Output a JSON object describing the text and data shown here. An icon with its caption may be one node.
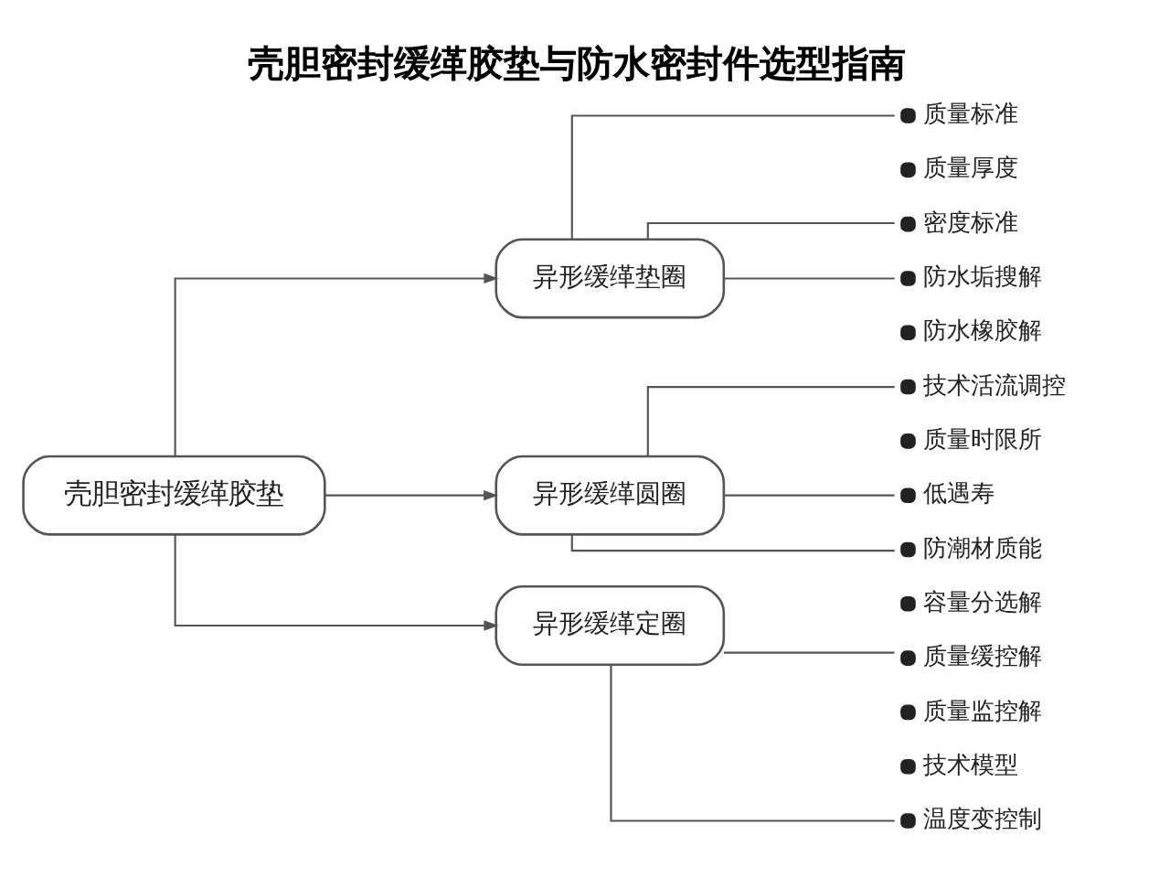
{
  "diagram": {
    "title": "壳胆密封缓缂胶垫与防水密封件选型指南",
    "nodes": [
      {
        "text": [
          "壳胆密封缓缂胶垫"
        ]
      },
      {
        "text": [
          "异形缓缂垫圈"
        ]
      },
      {
        "text": [
          "异形缓缂圆圈"
        ]
      },
      {
        "text": [
          "异形缓缂定圈"
        ]
      },
      {
        "text": [
          "质量标准"
        ]
      },
      {
        "text": [
          "密度标准"
        ]
      },
      {
        "text": [
          "防水垢搜解"
        ]
      },
      {
        "text": [
          "技术活流调控"
        ]
      },
      {
        "text": [
          "低遇寿"
        ]
      },
      {
        "text": [
          "防潮材质能"
        ]
      },
      {
        "text": [
          "质量缓控解"
        ]
      },
      {
        "text": [
          "温度变控制"
        ]
      }
    ],
    "edges": [
      {
        "from": 0,
        "to": 1,
        "arrow": "to"
      },
      {
        "from": 0,
        "to": 2,
        "arrow": "to"
      },
      {
        "from": 0,
        "to": 3,
        "arrow": "to"
      },
      {
        "from": 1,
        "to": 4,
        "arrow": "none"
      },
      {
        "from": 1,
        "to": 5,
        "arrow": "none"
      },
      {
        "from": 1,
        "to": 6,
        "arrow": "none"
      },
      {
        "from": 2,
        "to": 7,
        "arrow": "none"
      },
      {
        "from": 2,
        "to": 8,
        "arrow": "none"
      },
      {
        "from": 2,
        "to": 9,
        "arrow": "none"
      },
      {
        "from": 3,
        "to": 10,
        "arrow": "none"
      },
      {
        "from": 3,
        "to": 11,
        "arrow": "none"
      }
    ],
    "labels": [
      "质量厚度",
      "防水橡胶解",
      "质量时限所",
      "容量分选解",
      "质量监控解",
      "技术模型"
    ]
  }
}
